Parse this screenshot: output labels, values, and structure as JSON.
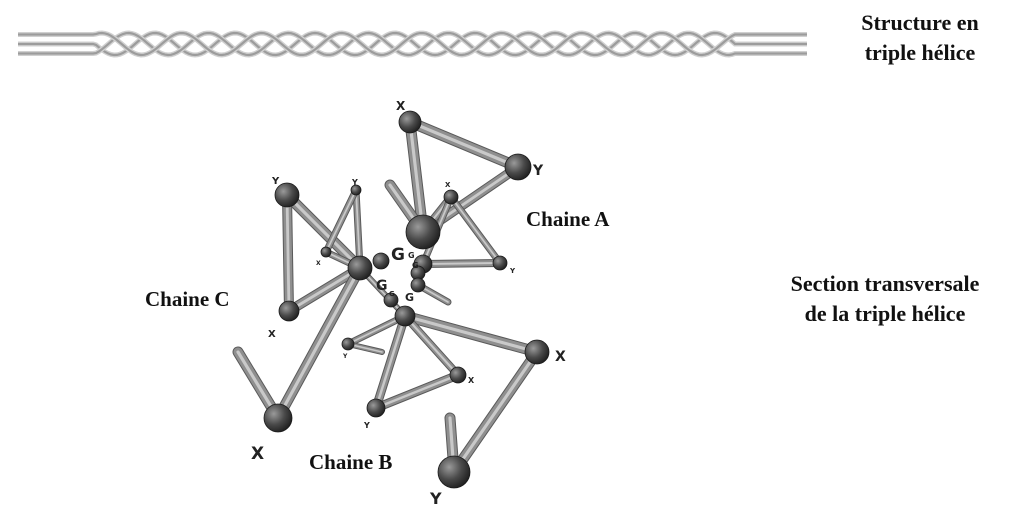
{
  "helix_caption": {
    "line1": "Structure en",
    "line2": "triple hélice"
  },
  "section_caption": {
    "line1": "Section transversale",
    "line2": "de la triple hélice"
  },
  "chains": {
    "a": "Chaine A",
    "b": "Chaine B",
    "c": "Chaine C"
  },
  "residue_labels": {
    "x": "X",
    "y": "Y",
    "g": "G"
  },
  "colors": {
    "strand": "#9c9c9c",
    "rod": "#8f8f8f",
    "ball": "#3a3a3a",
    "text": "#111111"
  }
}
